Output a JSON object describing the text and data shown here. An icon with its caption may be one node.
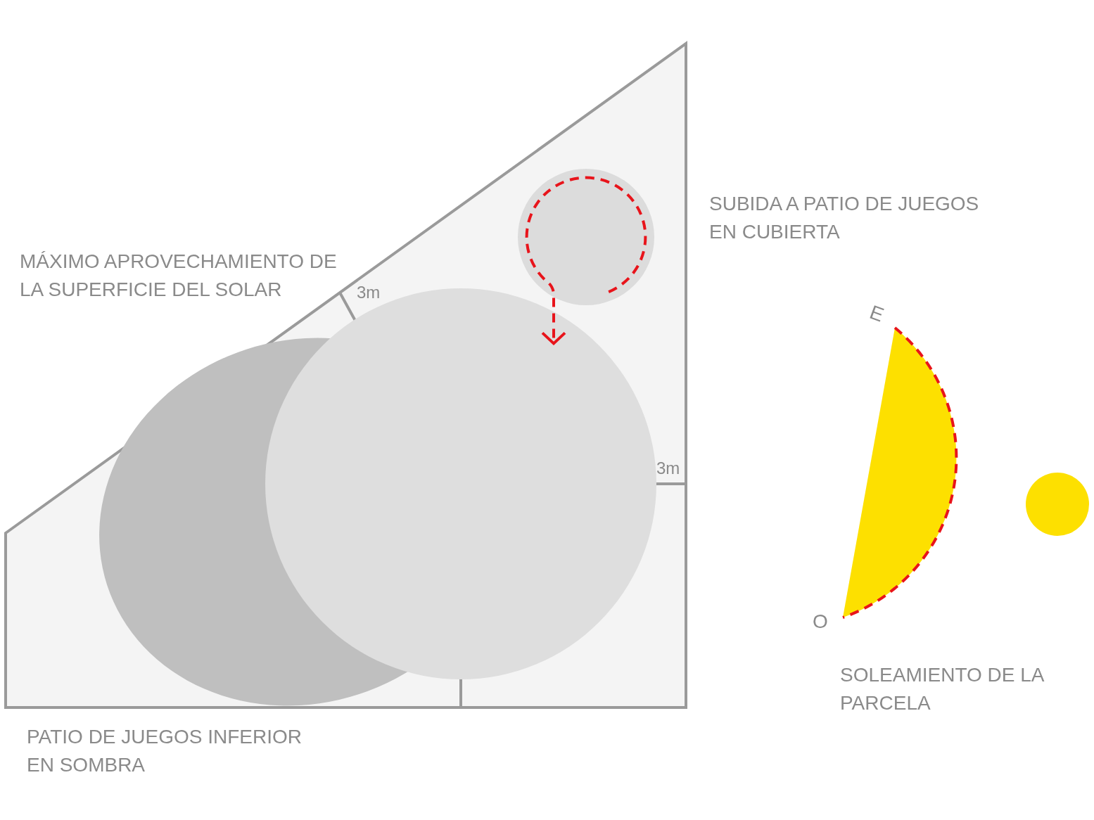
{
  "diagram": {
    "nodes": [
      {
        "text": [],
        "shape": "circle"
      },
      {
        "text": [],
        "shape": "circle"
      }
    ],
    "edges": [
      {
        "from": 0,
        "to": 1,
        "arrow": "to",
        "style": "dashed"
      }
    ],
    "labels": [
      "SUBIDA A PATIO DE JUEGOS EN CUBIERTA",
      "MÁXIMO APROVECHAMIENTO DE LA SUPERFICIE DEL SOLAR",
      "3m",
      "E",
      "3m",
      "O",
      "SOLEAMIENTO DE LA PARCELA",
      "PATIO DE JUEGOS INFERIOR EN SOMBRA"
    ]
  }
}
